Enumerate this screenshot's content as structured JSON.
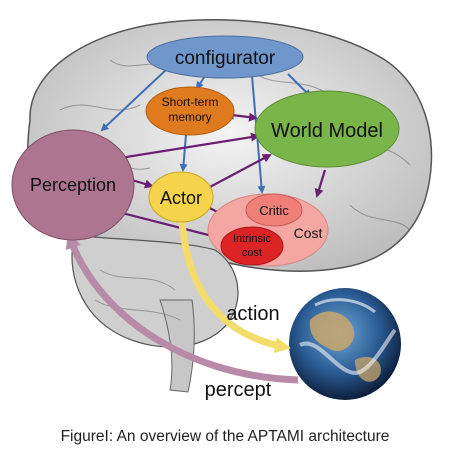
{
  "diagram": {
    "nodes": {
      "configurator": "configurator",
      "short_term_memory_line1": "Short-term",
      "short_term_memory_line2": "memory",
      "world_model": "World Model",
      "perception": "Perception",
      "actor": "Actor",
      "critic": "Critic",
      "cost": "Cost",
      "intrinsic_cost_line1": "Intrinsic",
      "intrinsic_cost_line2": "cost"
    },
    "edges": {
      "action": "action",
      "percept": "percept"
    }
  },
  "caption": "FigureI: An overview of the APTAMI architecture",
  "colors": {
    "configurator": "#6f97cc",
    "short_term_memory": "#df7a1f",
    "world_model": "#7ab54a",
    "perception": "#ad7590",
    "actor": "#f5d34a",
    "cost": "#f4a7a2",
    "critic": "#f07f7a",
    "intrinsic_cost": "#dd2424",
    "blue_arrow": "#3f6fb8",
    "purple_arrow": "#6a1f74",
    "action_arrow": "#f3dc6a",
    "percept_arrow": "#b98aa8"
  }
}
